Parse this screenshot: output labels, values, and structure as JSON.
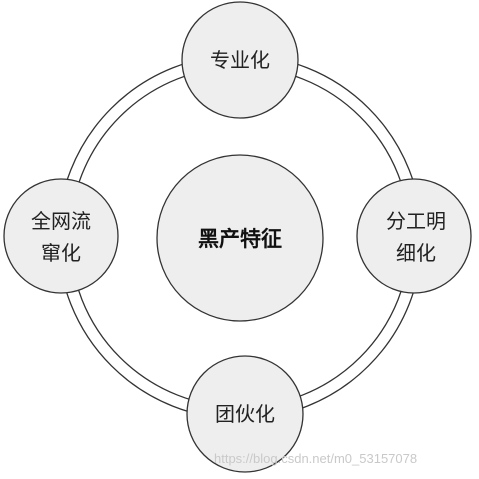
{
  "center": {
    "label": "黑产特征"
  },
  "nodes": {
    "top": {
      "lines": [
        "专业化"
      ]
    },
    "right": {
      "lines": [
        "分工明",
        "细化"
      ]
    },
    "bottom": {
      "lines": [
        "团伙化"
      ]
    },
    "left": {
      "lines": [
        "全网流",
        "窜化"
      ]
    }
  },
  "watermark": "https://blog.csdn.net/m0_53157078",
  "colors": {
    "node_fill": "#eeeeee",
    "stroke": "#333333",
    "ring_fill": "#ffffff"
  }
}
